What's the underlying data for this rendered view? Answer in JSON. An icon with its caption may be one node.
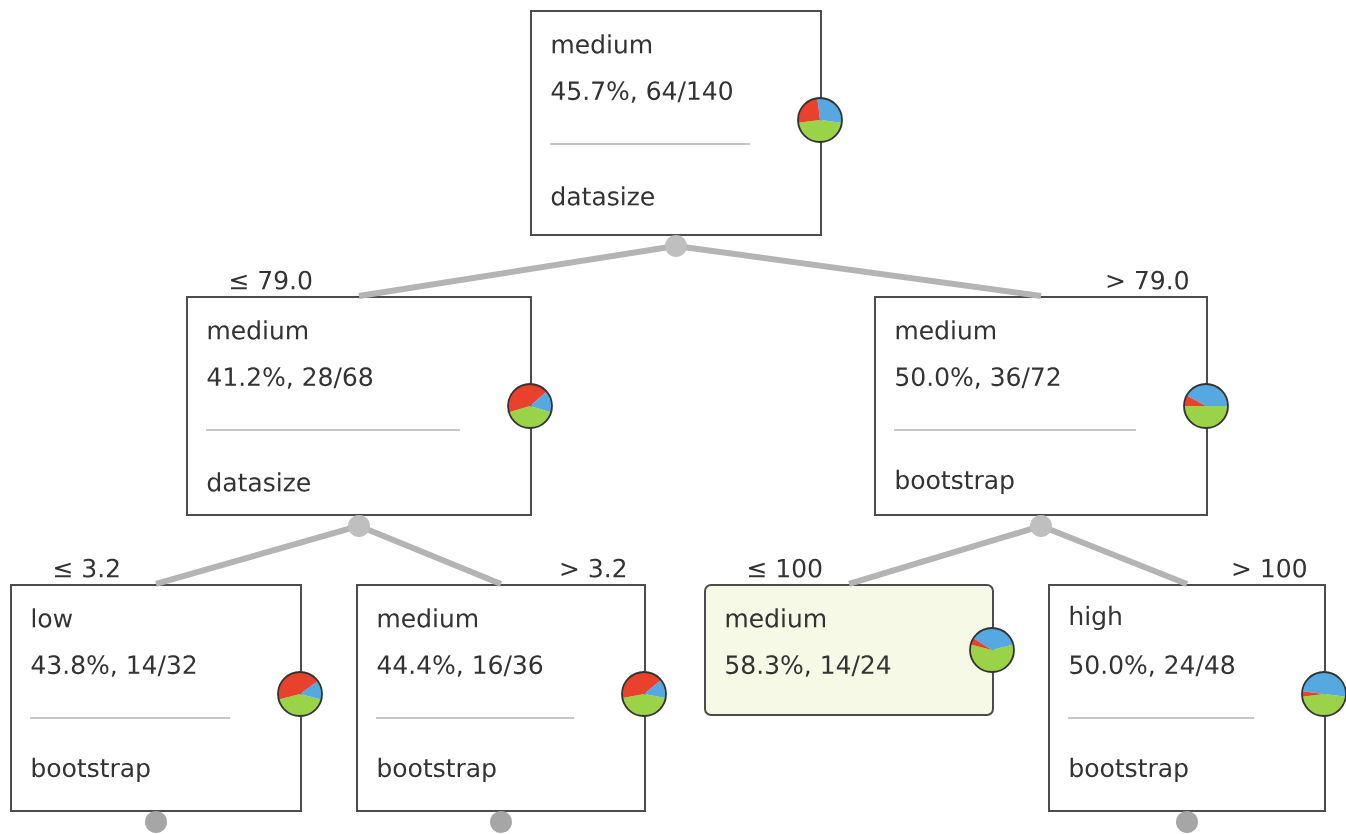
{
  "diagram": {
    "nodes": [
      {
        "text": [
          "medium",
          "45.7%, 64/140",
          "datasize"
        ]
      },
      {
        "text": [
          "medium",
          "41.2%, 28/68",
          "datasize"
        ]
      },
      {
        "text": [
          "medium",
          "50.0%, 36/72",
          "bootstrap"
        ]
      },
      {
        "text": [
          "low",
          "43.8%, 14/32",
          "bootstrap"
        ]
      },
      {
        "text": [
          "medium",
          "44.4%, 16/36",
          "bootstrap"
        ]
      },
      {
        "text": [
          "medium",
          "58.3%, 14/24"
        ]
      },
      {
        "text": [
          "high",
          "50.0%, 24/48",
          "bootstrap"
        ]
      }
    ],
    "edges": [
      {
        "from": 0,
        "to": 1,
        "arrow": "none",
        "label": "≤ 79.0"
      },
      {
        "from": 0,
        "to": 2,
        "arrow": "none",
        "label": "> 79.0"
      },
      {
        "from": 1,
        "to": 3,
        "arrow": "none",
        "label": "≤ 3.2"
      },
      {
        "from": 1,
        "to": 4,
        "arrow": "none",
        "label": "> 3.2"
      },
      {
        "from": 2,
        "to": 5,
        "arrow": "none",
        "label": "≤ 100"
      },
      {
        "from": 2,
        "to": 6,
        "arrow": "none",
        "label": "> 100"
      }
    ]
  }
}
